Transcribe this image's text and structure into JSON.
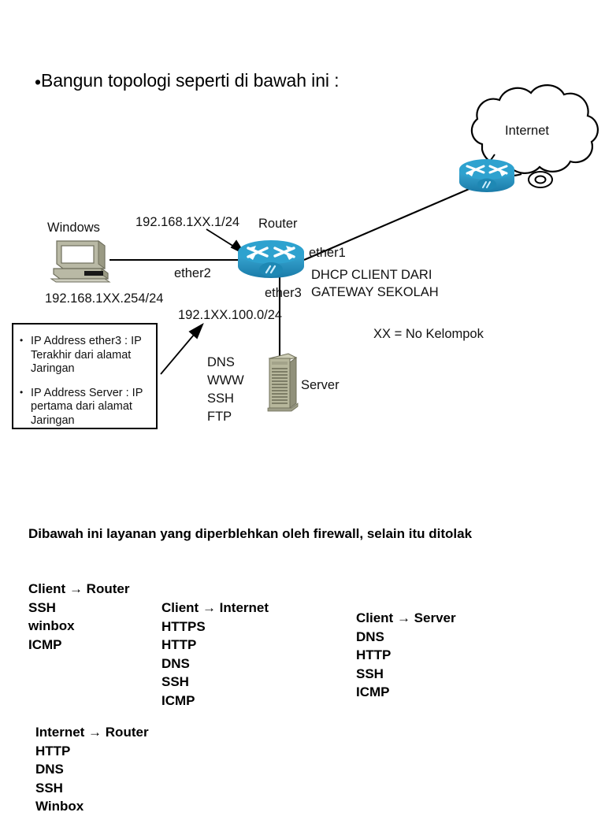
{
  "heading": {
    "bullet": "•",
    "text": "Bangun topologi seperti di bawah ini :"
  },
  "diagram": {
    "labels": {
      "windows": "Windows",
      "router_ip": "192.168.1XX.1/24",
      "router": "Router",
      "ether1": "ether1",
      "ether2": "ether2",
      "ether3": "ether3",
      "windows_ip": "192.168.1XX.254/24",
      "lan_ip": "192.1XX.100.0/24",
      "dhcp_line1": "DHCP CLIENT DARI",
      "dhcp_line2": "GATEWAY SEKOLAH",
      "xx_note": "XX = No Kelompok",
      "server": "Server",
      "internet": "Internet"
    },
    "server_services": [
      "DNS",
      "WWW",
      "SSH",
      "FTP"
    ],
    "note_box": {
      "items": [
        "IP Address ether3 : IP Terakhir dari alamat Jaringan",
        "IP Address Server : IP pertama dari alamat Jaringan"
      ]
    },
    "colors": {
      "router_blue": "#2196c4",
      "router_blue_dark": "#1a7ba8",
      "router_blue_light": "#7fd0ea",
      "server_beige": "#b7b79c",
      "server_beige_dark": "#8e8e74",
      "pc_beige": "#b8b8a4",
      "line": "#000000"
    },
    "icons": {
      "pc": "desktop-computer-icon",
      "router": "router-icon",
      "cloud_router": "router-icon",
      "server": "server-tower-icon",
      "cloud": "cloud-icon"
    }
  },
  "firewall": {
    "intro": "Dibawah ini layanan yang diperblehkan oleh firewall, selain itu ditolak",
    "columns": [
      {
        "title": "Client → Router",
        "items": [
          "SSH",
          "winbox",
          "ICMP"
        ]
      },
      {
        "title": "Client → Internet",
        "items": [
          "HTTPS",
          "HTTP",
          "DNS",
          "SSH",
          "ICMP"
        ]
      },
      {
        "title": "Client → Server",
        "items": [
          "DNS",
          "HTTP",
          "SSH",
          "ICMP"
        ]
      },
      {
        "title": "Internet → Router",
        "items": [
          "HTTP",
          "DNS",
          "SSH",
          "Winbox"
        ]
      }
    ]
  }
}
